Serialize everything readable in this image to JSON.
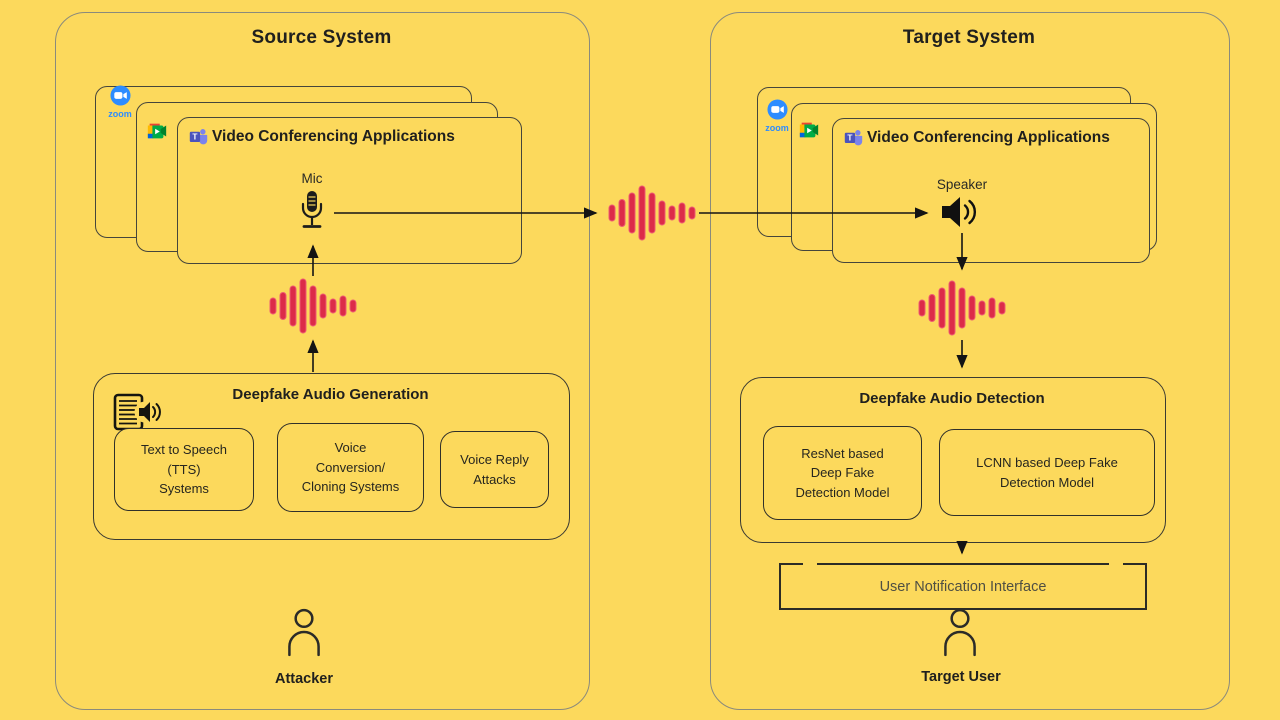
{
  "colors": {
    "background": "#FCD95C",
    "outer_border": "#8A8A7C",
    "card_border": "#45453C",
    "text": "#20201E",
    "muted_text": "#4F4F43",
    "waveform_red": "#DC2B49",
    "zoom_blue": "#2D8CFF",
    "teams_purple": "#4B53BC"
  },
  "source": {
    "title": "Source System",
    "apps_card": {
      "title": "Video Conferencing Applications",
      "zoom_label": "zoom",
      "mic_label": "Mic"
    },
    "generation": {
      "title": "Deepfake Audio Generation",
      "boxes": [
        {
          "label": "Text to Speech\n(TTS)\nSystems"
        },
        {
          "label": "Voice\nConversion/\nCloning Systems"
        },
        {
          "label": "Voice Reply\nAttacks"
        }
      ]
    },
    "actor_label": "Attacker"
  },
  "target": {
    "title": "Target System",
    "apps_card": {
      "title": "Video Conferencing Applications",
      "zoom_label": "zoom",
      "speaker_label": "Speaker"
    },
    "detection": {
      "title": "Deepfake Audio Detection",
      "boxes": [
        {
          "label": "ResNet based\nDeep Fake\nDetection Model"
        },
        {
          "label": "LCNN based Deep Fake\nDetection Model"
        }
      ]
    },
    "notification_label": "User Notification Interface",
    "actor_label": "Target User"
  },
  "icons": {
    "zoom": "zoom-logo-icon",
    "google_meet": "google-meet-logo-icon",
    "ms_teams": "ms-teams-logo-icon",
    "teams_letter": "T",
    "microphone": "microphone-icon",
    "speaker": "speaker-icon",
    "waveform": "audio-waveform-icon",
    "text_to_speech": "text-to-speech-icon",
    "person": "person-icon"
  }
}
